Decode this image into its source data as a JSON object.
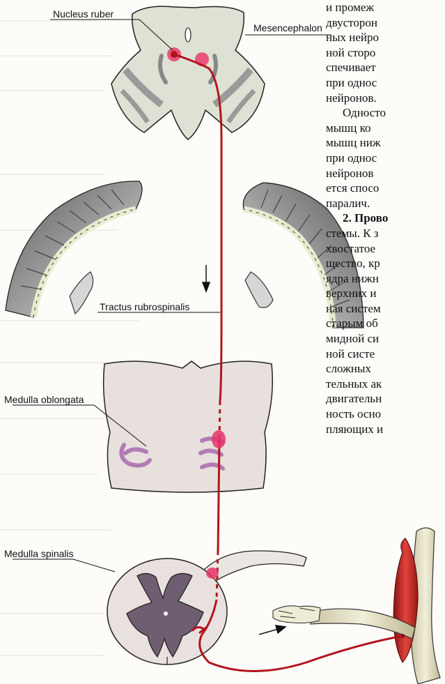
{
  "labels": {
    "nucleus_ruber": "Nucleus ruber",
    "mesencephalon": "Mesencephalon",
    "tractus": "Tractus rubrospinalis",
    "medulla_oblongata": "Medulla oblongata",
    "medulla_spinalis": "Medulla spinalis"
  },
  "text_lines": [
    "и промеж",
    "двусторон",
    "ных нейро",
    "ной сторо",
    "спечивает",
    "при однос",
    "нейронов.",
    "Односто",
    "мышц ко",
    "мышц ниж",
    "при однос",
    "нейронов",
    "ется спосо",
    "паралич.",
    "2. Прово",
    "стемы. К з",
    "хвостатое",
    "щество, кр",
    "ядра нижн",
    "верхних и",
    "ная систем",
    "старым об",
    "мидной си",
    "ной систе",
    "сложных",
    "тельных ак",
    "двигательн",
    "ность осно",
    "пляющих и"
  ],
  "colors": {
    "pathway": "#b3141c",
    "nucleus": "#e8336a",
    "tissue": "#d9e0d1",
    "cortex": "#8e8e8e",
    "grey_matter": "#77687a",
    "nuclei_purple": "#b37bb5",
    "muscle": "#d7362f"
  }
}
